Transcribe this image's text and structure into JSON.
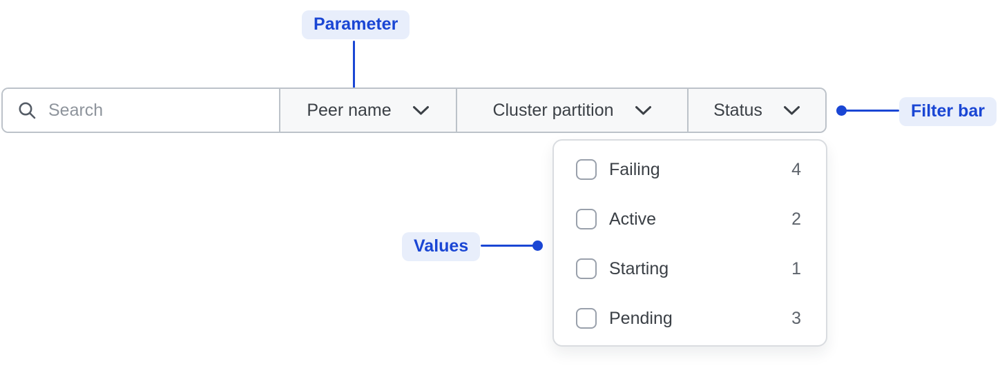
{
  "annotations": {
    "parameter": {
      "label": "Parameter"
    },
    "filter_bar": {
      "label": "Filter bar"
    },
    "values": {
      "label": "Values"
    }
  },
  "filter_bar": {
    "search": {
      "placeholder": "Search",
      "icon": "magnifier-icon"
    },
    "dropdowns": [
      {
        "label": "Peer name",
        "icon": "chevron-down-icon"
      },
      {
        "label": "Cluster partition",
        "icon": "chevron-down-icon"
      },
      {
        "label": "Status",
        "icon": "chevron-down-icon"
      }
    ]
  },
  "status_dropdown": {
    "options": [
      {
        "label": "Failing",
        "count": "4",
        "checked": false
      },
      {
        "label": "Active",
        "count": "2",
        "checked": false
      },
      {
        "label": "Starting",
        "count": "1",
        "checked": false
      },
      {
        "label": "Pending",
        "count": "3",
        "checked": false
      }
    ]
  },
  "colors": {
    "accent": "#1a46d4",
    "annotation_badge_bg": "#e8eefb",
    "bar_border": "#bcc2c9",
    "dropdown_section_bg": "#f7f8f9",
    "text_dark": "#3b4046",
    "placeholder": "#8e949c",
    "count_text": "#5d636b",
    "panel_border": "#d9dce0",
    "checkbox_border": "#99a0ab"
  }
}
